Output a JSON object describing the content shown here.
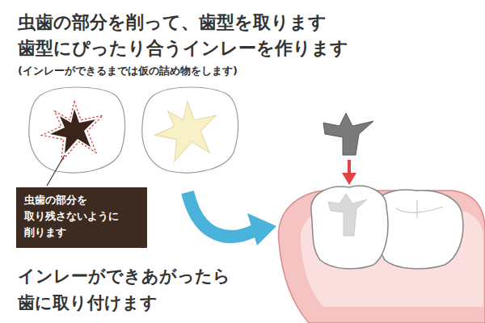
{
  "diagram": {
    "nodes": [
      {
        "text": [
          "虫歯の部分を 取り残さないように 削ります"
        ]
      }
    ],
    "labels": [
      "虫歯の部分を削って、歯型を取ります",
      "歯型にぴったり合うインレーを作ります",
      "(インレーができるまでは仮の詰め物をします)",
      "インレーができあがったら 歯に取り付けます"
    ]
  }
}
